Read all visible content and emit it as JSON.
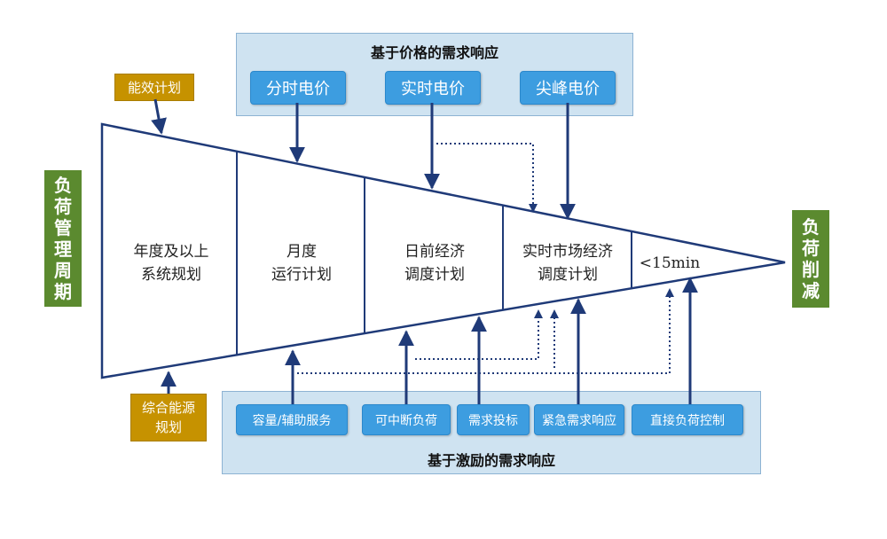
{
  "top_panel": {
    "title": "基于价格的需求响应",
    "buttons": [
      "分时电价",
      "实时电价",
      "尖峰电价"
    ]
  },
  "bottom_panel": {
    "title": "基于激励的需求响应",
    "buttons": [
      "容量/辅助服务",
      "可中断负荷",
      "需求投标",
      "紧急需求响应",
      "直接负荷控制"
    ]
  },
  "left_bar": {
    "text": "负荷管理周期"
  },
  "right_bar": {
    "text": "负荷削减"
  },
  "tags": {
    "energy_plan": "能效计划",
    "integrated_energy": "综合能源规划"
  },
  "stages": [
    {
      "line1": "年度及以上",
      "line2": "系统规划"
    },
    {
      "line1": "月度",
      "line2": "运行计划"
    },
    {
      "line1": "日前经济",
      "line2": "调度计划"
    },
    {
      "line1": "实时市场经济",
      "line2": "调度计划"
    },
    {
      "line1": "<15min",
      "line2": ""
    }
  ],
  "colors": {
    "panel": "#cfe3f1",
    "button": "#3d9de0",
    "tag": "#c69200",
    "bar": "#5b8a2f",
    "line": "#1f3a78"
  }
}
